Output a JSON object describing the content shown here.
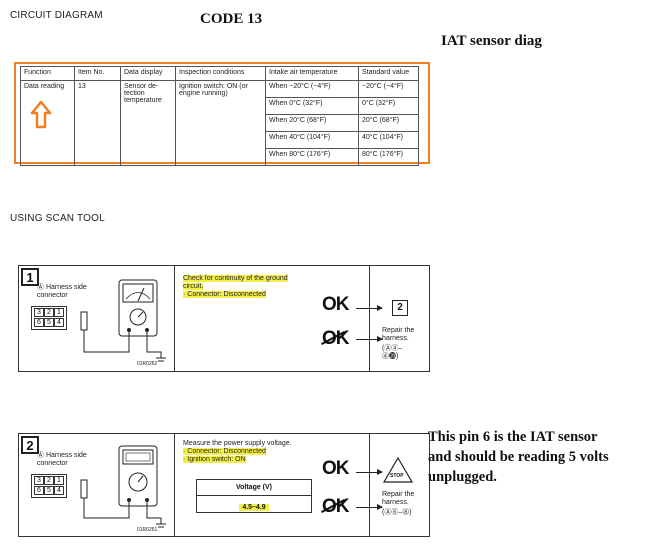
{
  "headers": {
    "circuit_diagram": "CIRCUIT DIAGRAM",
    "code": "CODE 13",
    "iat_title": "IAT sensor diag",
    "scan_tool": "USING SCAN TOOL"
  },
  "table": {
    "columns": [
      "Function",
      "Item No.",
      "Data display",
      "Inspection conditions",
      "Intake air temperature",
      "Standard value"
    ],
    "function": "Data reading",
    "item_no": "13",
    "data_display": "Sensor de-\ntection\ntemperature",
    "inspection": "Ignition switch: ON (or\nengine running)",
    "rows": [
      {
        "intake": "When −20°C (−4°F)",
        "standard": "−20°C (−4°F)"
      },
      {
        "intake": "When 0°C (32°F)",
        "standard": "0°C (32°F)"
      },
      {
        "intake": "When 20°C (68°F)",
        "standard": "20°C (68°F)"
      },
      {
        "intake": "When 40°C (104°F)",
        "standard": "40°C (104°F)"
      },
      {
        "intake": "When 80°C (176°F)",
        "standard": "80°C (176°F)"
      }
    ],
    "frame_color": "#f07f22"
  },
  "step1": {
    "number": "1",
    "connector_label": "Ⓐ Harness side\n    connector",
    "pins_top": [
      "3",
      "2",
      "1"
    ],
    "pins_bottom": [
      "6",
      "5",
      "4"
    ],
    "figure_code": "01R0262",
    "instruction_1": "Check for continuity of the ground",
    "instruction_2": "circuit.",
    "instruction_3": "· Connector: Disconnected",
    "ok": "OK",
    "ok_next": "2",
    "repair": "Repair the\nharness.",
    "repair_ref": "(Ⓐ④–\n⓸⓴)"
  },
  "step2": {
    "number": "2",
    "connector_label": "Ⓐ Harness side\n    connector",
    "pins_top": [
      "3",
      "2",
      "1"
    ],
    "pins_bottom": [
      "6",
      "5",
      "4"
    ],
    "figure_code": "01R0261",
    "instruction_1": "Measure the power supply voltage.",
    "instruction_2": "· Connector: Disconnected",
    "instruction_3": "· Ignition switch: ON",
    "voltage_header": "Voltage (V)",
    "voltage_value": "4.5–4.9",
    "ok": "OK",
    "stop": "STOP",
    "repair": "Repair the\nharness.",
    "repair_ref": "(Ⓐ⑥–⓼)"
  },
  "note": "This pin 6 is the IAT sensor\nand should be reading 5 volts\nunplugged.",
  "colors": {
    "highlight": "#f4f04a",
    "arrow": "#f07f22"
  }
}
